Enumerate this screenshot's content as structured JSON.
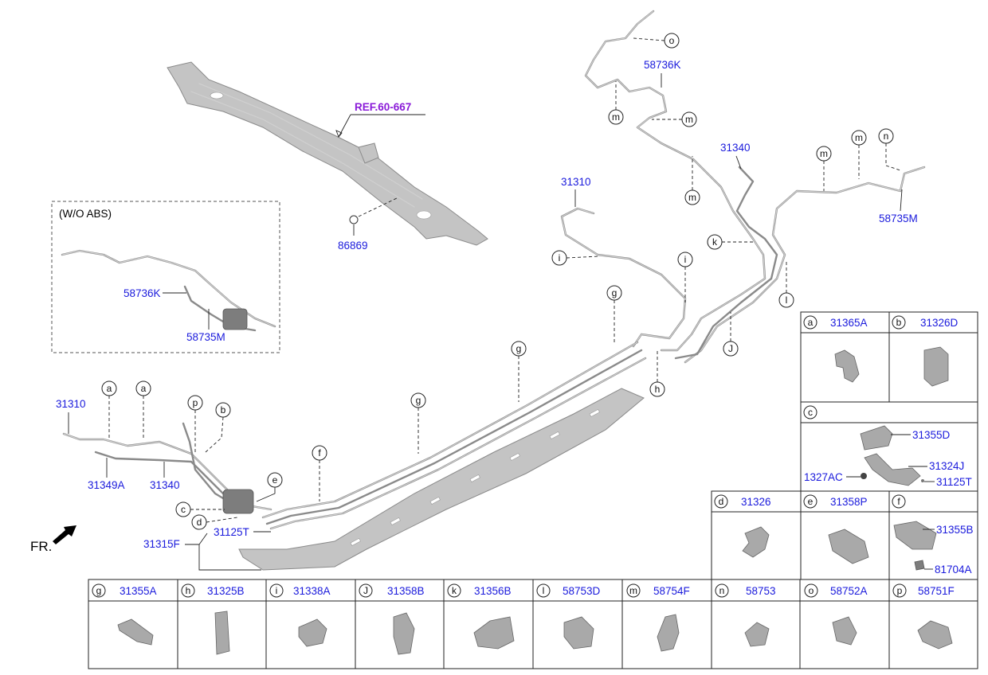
{
  "diagram": {
    "ref_label": "REF.60-667",
    "fr_label": "FR.",
    "inset": {
      "title": "(W/O ABS)",
      "labels": [
        "58736K",
        "58735M"
      ]
    },
    "main_labels": {
      "p86869": "86869",
      "p58736K": "58736K",
      "p31340_top": "31340",
      "p58735M": "58735M",
      "p31310_mid": "31310",
      "p31310_left": "31310",
      "p31349A": "31349A",
      "p31340_left": "31340",
      "p31125T": "31125T",
      "p31315F": "31315F"
    },
    "callouts": {
      "o": "o",
      "m1": "m",
      "m2": "m",
      "m3": "m",
      "m4": "m",
      "m5": "m",
      "n": "n",
      "k": "k",
      "i1": "i",
      "i2": "i",
      "l": "l",
      "J": "J",
      "g1": "g",
      "g2": "g",
      "g3": "g",
      "h": "h",
      "f": "f",
      "e": "e",
      "a1": "a",
      "a2": "a",
      "p": "p",
      "b": "b",
      "c": "c",
      "d": "d"
    },
    "legend": {
      "row1": [
        {
          "key": "a",
          "part": "31365A"
        },
        {
          "key": "b",
          "part": "31326D"
        }
      ],
      "c": {
        "key": "c",
        "parts": [
          "31355D",
          "31324J",
          "1327AC",
          "31125T"
        ]
      },
      "row3": [
        {
          "key": "d",
          "part": "31326"
        },
        {
          "key": "e",
          "part": "31358P"
        },
        {
          "key": "f",
          "part": "",
          "parts": [
            "31355B",
            "81704A"
          ]
        }
      ],
      "bottom": [
        {
          "key": "g",
          "part": "31355A"
        },
        {
          "key": "h",
          "part": "31325B"
        },
        {
          "key": "i",
          "part": "31338A"
        },
        {
          "key": "J",
          "part": "31358B"
        },
        {
          "key": "k",
          "part": "31356B"
        },
        {
          "key": "l",
          "part": "58753D"
        },
        {
          "key": "m",
          "part": "58754F"
        },
        {
          "key": "n",
          "part": "58753"
        },
        {
          "key": "o",
          "part": "58752A"
        },
        {
          "key": "p",
          "part": "58751F"
        }
      ]
    }
  }
}
